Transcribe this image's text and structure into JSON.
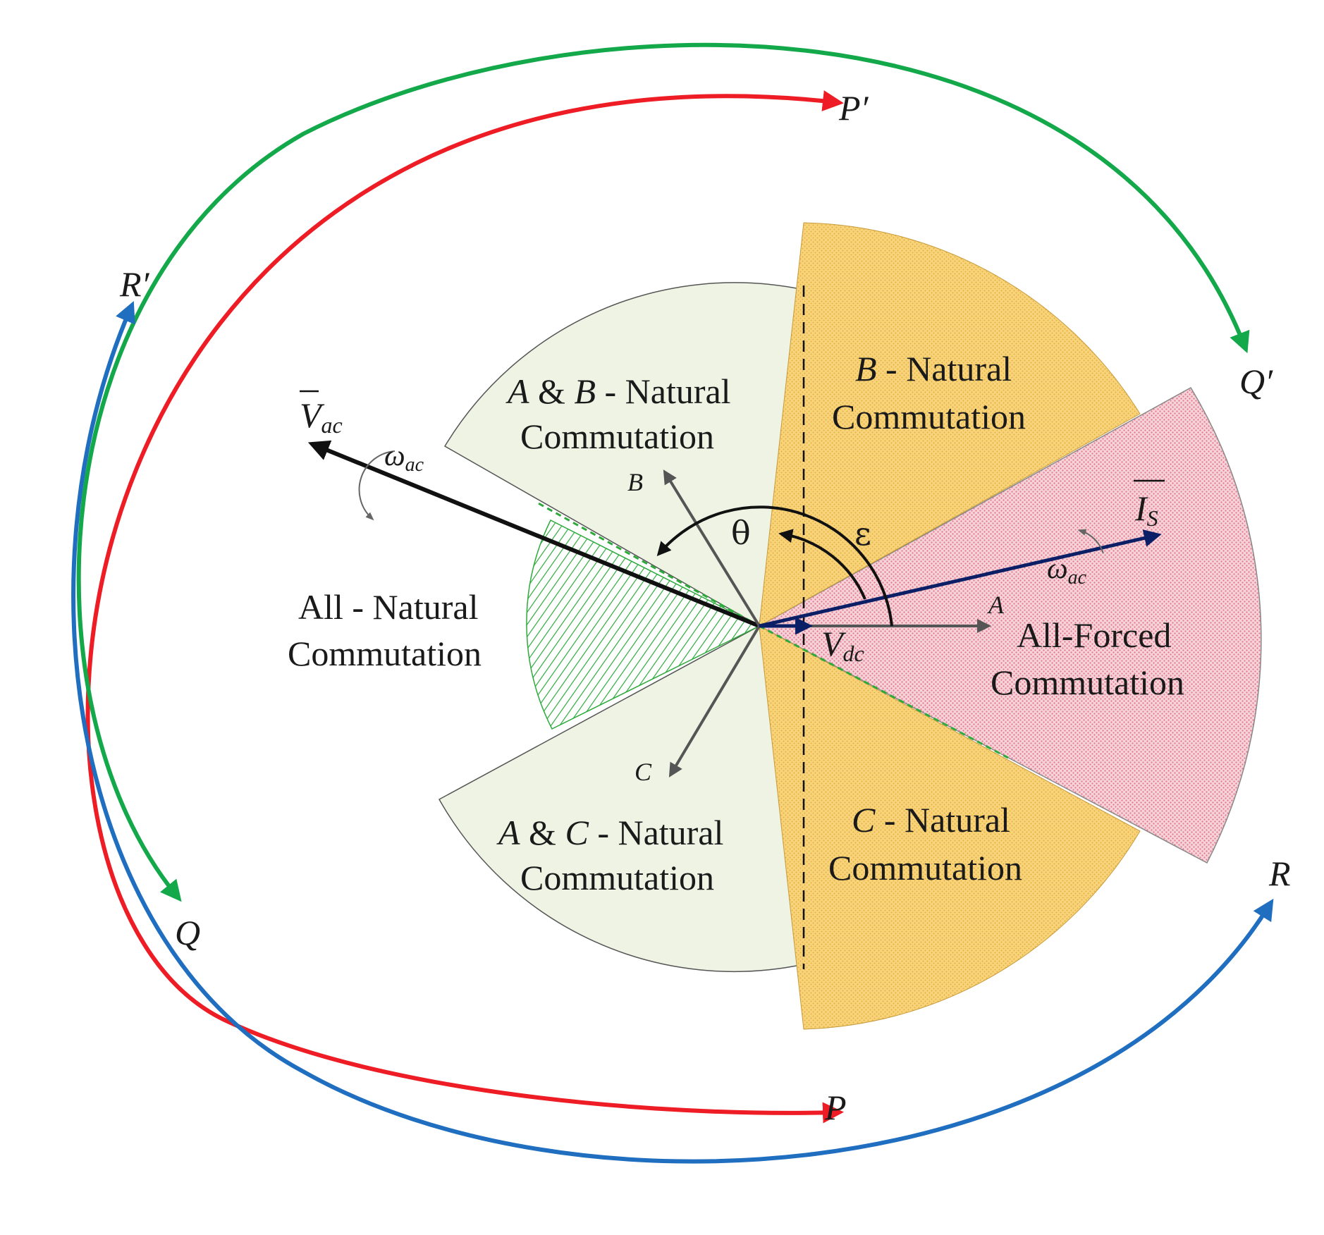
{
  "labels": {
    "ab_region_1": "A",
    "ab_region_2": " & ",
    "ab_region_3": "B",
    "ab_region_4": " - Natural",
    "ab_region_5": "Commutation",
    "b_region_1": "B",
    "b_region_2": " - Natural",
    "b_region_3": "Commutation",
    "all_nat_1": "All - Natural",
    "all_nat_2": "Commutation",
    "forced_1": "All-Forced",
    "forced_2": "Commutation",
    "ac_region_1": "A",
    "ac_region_2": " & ",
    "ac_region_3": "C",
    "ac_region_4": " - Natural",
    "ac_region_5": "Commutation",
    "c_region_1": "C",
    "c_region_2": " - Natural",
    "c_region_3": "Commutation",
    "point_p_prime": "P′",
    "point_q_prime": "Q′",
    "point_r_prime": "R′",
    "point_p": "P",
    "point_q": "Q",
    "point_r": "R",
    "phase_a": "A",
    "phase_b": "B",
    "phase_c": "C",
    "theta": "θ",
    "epsilon": "ε",
    "v_ac_main": "V",
    "v_ac_sub": "ac",
    "v_dc_main": "V",
    "v_dc_sub": "dc",
    "i_s_main": "I",
    "i_s_sub": "S",
    "omega_main": "ω",
    "omega_sub": "ac"
  },
  "colors": {
    "red_arc": "#ee1c24",
    "green_arc": "#13a84a",
    "blue_arc": "#1f6ec0",
    "light_green_fill": "#eef3e4",
    "yellow_fill": "#f6cf6e",
    "pink_fill": "#f3c7cf",
    "hatch_green": "#2eaa3c",
    "navy_vector": "#0b1f66"
  }
}
